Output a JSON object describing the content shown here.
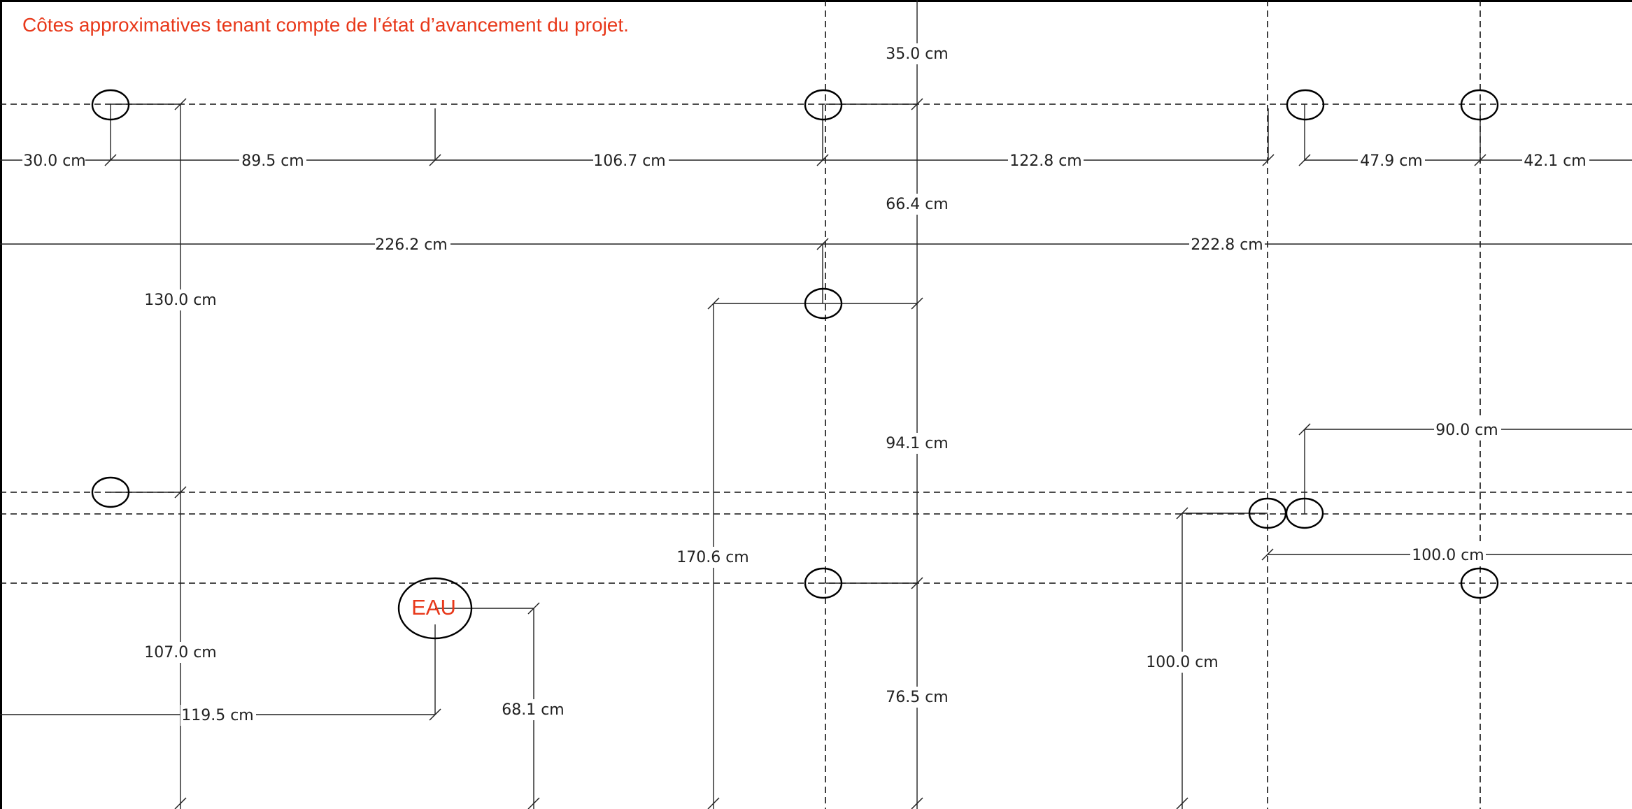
{
  "note": "Côtes approximatives tenant compte de l’état d’avancement du projet.",
  "eau_label": "EAU",
  "colors": {
    "note": "#e8381a",
    "lines": "#111111",
    "text": "#222222"
  },
  "labels": {
    "d35_0": "35.0 cm",
    "d30_0": "30.0 cm",
    "d89_5": "89.5 cm",
    "d106_7": "106.7 cm",
    "d122_8": "122.8 cm",
    "d47_9": "47.9 cm",
    "d42_1": "42.1 cm",
    "d66_4": "66.4 cm",
    "d226_2": "226.2 cm",
    "d222_8": "222.8 cm",
    "d130_0": "130.0 cm",
    "d94_1": "94.1 cm",
    "d90_0": "90.0 cm",
    "d170_6": "170.6 cm",
    "d100_0a": "100.0 cm",
    "d107_0": "107.0 cm",
    "d100_0b": "100.0 cm",
    "d119_5": "119.5 cm",
    "d68_1": "68.1 cm",
    "d76_5": "76.5 cm"
  }
}
